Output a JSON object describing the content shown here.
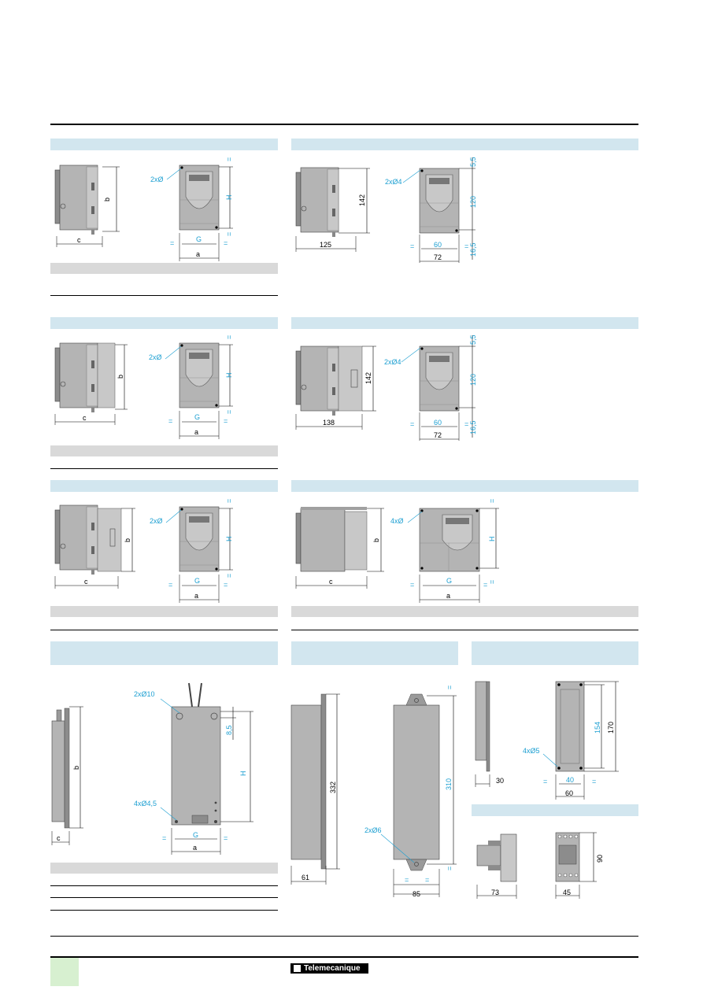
{
  "colors": {
    "accent_bar": "#d2e6ef",
    "dim_text": "#1ea0d2",
    "device_gray": "#b4b4b4",
    "table_header": "#d9d9d9",
    "footer_box": "#d7f0d0"
  },
  "sections": {
    "s1_left": {
      "labels": {
        "mount": "2xØ",
        "c": "c",
        "b": "b",
        "H": "H",
        "G": "G",
        "a": "a",
        "eq": "="
      }
    },
    "s1_right": {
      "labels": {
        "mount": "2xØ4",
        "depth": "125",
        "height": "142",
        "top": "5,5",
        "H": "120",
        "bottom": "16,5",
        "G": "60",
        "a": "72",
        "eq": "="
      }
    },
    "s2_left": {
      "labels": {
        "mount": "2xØ",
        "c": "c",
        "b": "b",
        "H": "H",
        "G": "G",
        "a": "a",
        "eq": "="
      }
    },
    "s2_right": {
      "labels": {
        "mount": "2xØ4",
        "depth": "138",
        "height": "142",
        "top": "5,5",
        "H": "120",
        "bottom": "16,5",
        "G": "60",
        "a": "72",
        "eq": "="
      }
    },
    "s3_left": {
      "labels": {
        "mount": "2xØ",
        "c": "c",
        "b": "b",
        "H": "H",
        "G": "G",
        "a": "a",
        "eq": "="
      }
    },
    "s3_right": {
      "labels": {
        "mount": "4xØ",
        "c": "c",
        "b": "b",
        "H": "H",
        "G": "G",
        "a": "a",
        "eq": "="
      }
    },
    "s4_filter": {
      "labels": {
        "cable_holes": "2xØ10",
        "mount": "4xØ4,5",
        "offset": "8,5",
        "c": "c",
        "b": "b",
        "H": "H",
        "G": "G",
        "a": "a",
        "eq": "="
      }
    },
    "s4_choke": {
      "labels": {
        "depth": "61",
        "height": "332",
        "inner_h": "310",
        "holes": "2xØ6",
        "width": "85",
        "eq": "="
      }
    },
    "s4_module": {
      "labels": {
        "depth": "30",
        "height_inner": "154",
        "height": "170",
        "holes": "4xØ5",
        "G": "40",
        "width": "60",
        "eq": "="
      }
    },
    "s4_block": {
      "labels": {
        "depth": "73",
        "width": "45",
        "height": "90"
      }
    }
  },
  "footer": {
    "brand": "Telemecanique"
  }
}
